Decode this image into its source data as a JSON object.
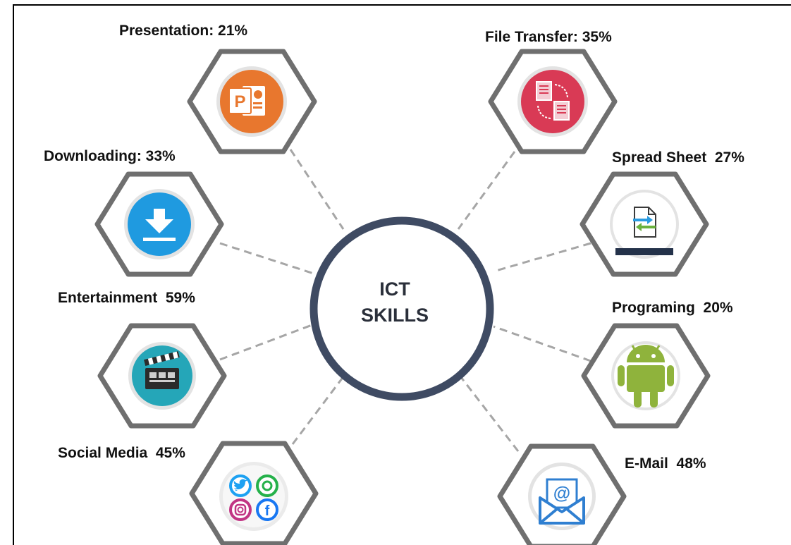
{
  "center": {
    "line1": "ICT",
    "line2": "SKILLS"
  },
  "skills": [
    {
      "name": "Presentation: 21%",
      "icon": "presentation-icon",
      "percent": 21
    },
    {
      "name": "Downloading: 33%",
      "icon": "download-icon",
      "percent": 33
    },
    {
      "name": "Entertainment  59%",
      "icon": "clapperboard-icon",
      "percent": 59
    },
    {
      "name": "Social Media  45%",
      "icon": "social-media-icon",
      "percent": 45
    },
    {
      "name": "File Transfer: 35%",
      "icon": "file-transfer-icon",
      "percent": 35
    },
    {
      "name": "Spread Sheet  27%",
      "icon": "spreadsheet-icon",
      "percent": 27
    },
    {
      "name": "Programing  20%",
      "icon": "android-icon",
      "percent": 20
    },
    {
      "name": "E-Mail  48%",
      "icon": "email-icon",
      "percent": 48
    }
  ],
  "colors": {
    "hexagon_border": "#6f6f6f",
    "center_ring": "#3f4b63",
    "connector": "#a6a6a6",
    "presentation": "#e8772e",
    "download": "#1f9ae0",
    "entertainment": "#25a6b8",
    "file_transfer": "#d93a55",
    "android": "#8fb33c",
    "email": "#2f7fd1"
  }
}
